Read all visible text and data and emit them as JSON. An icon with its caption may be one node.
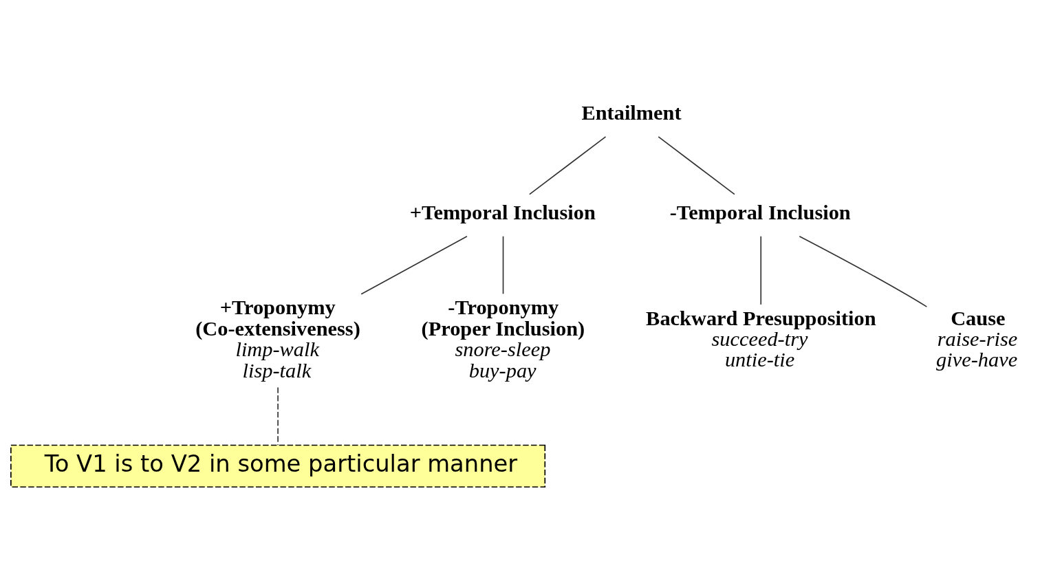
{
  "diagram": {
    "nodes": [
      {
        "text": [
          "Entailment"
        ]
      },
      {
        "text": [
          "+Temporal Inclusion"
        ]
      },
      {
        "text": [
          "-Temporal Inclusion"
        ]
      },
      {
        "text": [
          "+Troponymy",
          "(Co-extensiveness)",
          "limp-walk",
          "lisp-talk"
        ]
      },
      {
        "text": [
          "-Troponymy",
          "(Proper Inclusion)",
          "snore-sleep",
          "buy-pay"
        ]
      },
      {
        "text": [
          "Backward Presupposition",
          "succeed-try",
          "untie-tie"
        ]
      },
      {
        "text": [
          "Cause",
          "raise-rise",
          "give-have"
        ]
      },
      {
        "text": [
          "To V1 is to V2 in some particular manner"
        ]
      }
    ],
    "edges": [
      {
        "from": 0,
        "to": 1,
        "arrow": "none"
      },
      {
        "from": 0,
        "to": 2,
        "arrow": "none"
      },
      {
        "from": 1,
        "to": 3,
        "arrow": "none"
      },
      {
        "from": 1,
        "to": 4,
        "arrow": "none"
      },
      {
        "from": 2,
        "to": 5,
        "arrow": "none"
      },
      {
        "from": 2,
        "to": 6,
        "arrow": "none"
      },
      {
        "from": 7,
        "to": 3,
        "arrow": "none",
        "style": "dashed"
      }
    ]
  }
}
